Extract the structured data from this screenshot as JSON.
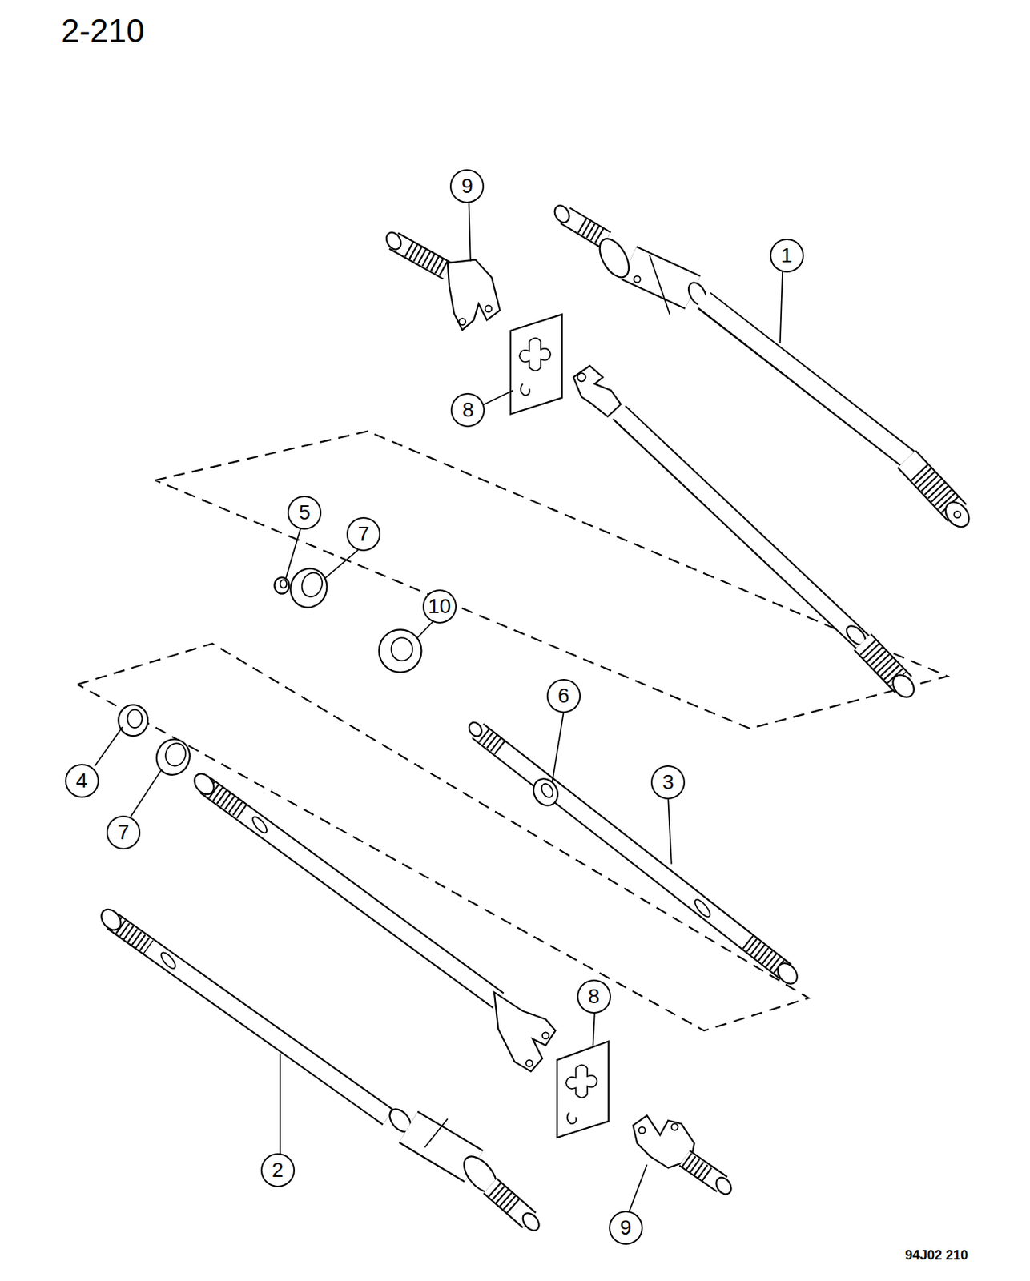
{
  "diagram": {
    "nodes": [
      {
        "text": [
          "9"
        ]
      },
      {
        "text": [
          "1"
        ]
      },
      {
        "text": [
          "8"
        ]
      },
      {
        "text": [
          "5"
        ]
      },
      {
        "text": [
          "7"
        ]
      },
      {
        "text": [
          "10"
        ]
      },
      {
        "text": [
          "6"
        ]
      },
      {
        "text": [
          "3"
        ]
      },
      {
        "text": [
          "4"
        ]
      },
      {
        "text": [
          "7"
        ]
      },
      {
        "text": [
          "8"
        ]
      },
      {
        "text": [
          "2"
        ]
      },
      {
        "text": [
          "9"
        ]
      }
    ],
    "labels": [
      "2-210",
      "94J02 210"
    ]
  }
}
